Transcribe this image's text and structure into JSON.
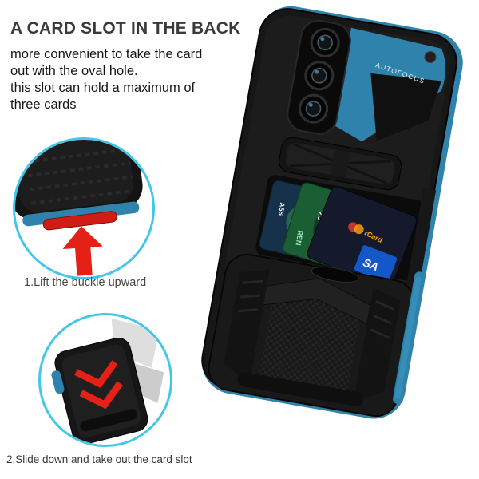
{
  "page": {
    "title": "A CARD SLOT IN THE BACK",
    "description": "more convenient to take the card\nout with the oval hole.\nthis slot can hold a maximum of\nthree cards"
  },
  "steps": [
    {
      "caption": "1.Lift the buckle upward"
    },
    {
      "caption": "2.Slide down and take out the card slot"
    }
  ],
  "phone_case": {
    "autofocus_label": "AUTOFOCUS",
    "card_labels": [
      "ASS",
      "25",
      "REN",
      "rCard",
      "rCard",
      "SA"
    ]
  },
  "icons": {
    "up_arrow_icon": "solid red arrow pointing up",
    "chevron_down_icon": "nested red chevrons pointing down"
  },
  "colors": {
    "accent_cyan": "#43c7e9",
    "case_blue": "#2f82ab",
    "arrow_red": "#e42017",
    "case_black": "#171717",
    "title_gray": "#3a3a3a"
  }
}
